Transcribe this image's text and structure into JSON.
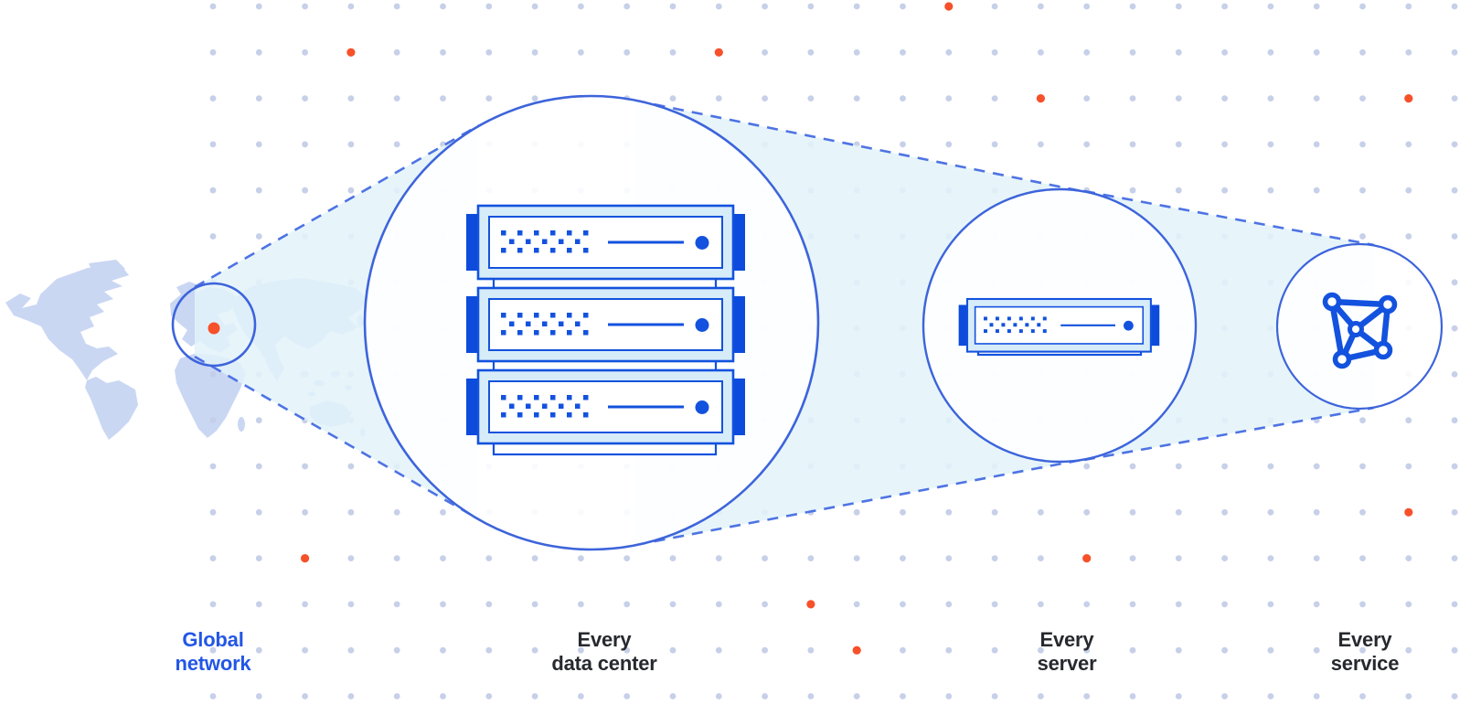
{
  "diagram": {
    "title": "Global network zoom diagram",
    "stages": [
      {
        "id": "global-network",
        "line1": "Global",
        "line2": "network",
        "text_color": "#2356E6",
        "icon": "world-map-highlight-icon"
      },
      {
        "id": "every-data-center",
        "line1": "Every",
        "line2": "data center",
        "text_color": "#26292E",
        "icon": "server-rack-icon"
      },
      {
        "id": "every-server",
        "line1": "Every",
        "line2": "server",
        "text_color": "#26292E",
        "icon": "server-icon"
      },
      {
        "id": "every-service",
        "line1": "Every",
        "line2": "service",
        "text_color": "#26292E",
        "icon": "network-graph-icon"
      }
    ],
    "colors": {
      "background": "#FFFFFF",
      "grid_dot": "#C4CDE8",
      "accent_orange": "#F6512A",
      "map_fill": "#CAD7F3",
      "funnel_fill": "#E3F3F9",
      "dashed_line": "#4E73E4",
      "circle_stroke": "#3D64DB",
      "server_blue": "#1352DE",
      "server_tab_blue": "#0C4BDB",
      "server_light": "#D7ECF9",
      "label_blue": "#2356E6",
      "label_dark": "#26292E"
    }
  }
}
